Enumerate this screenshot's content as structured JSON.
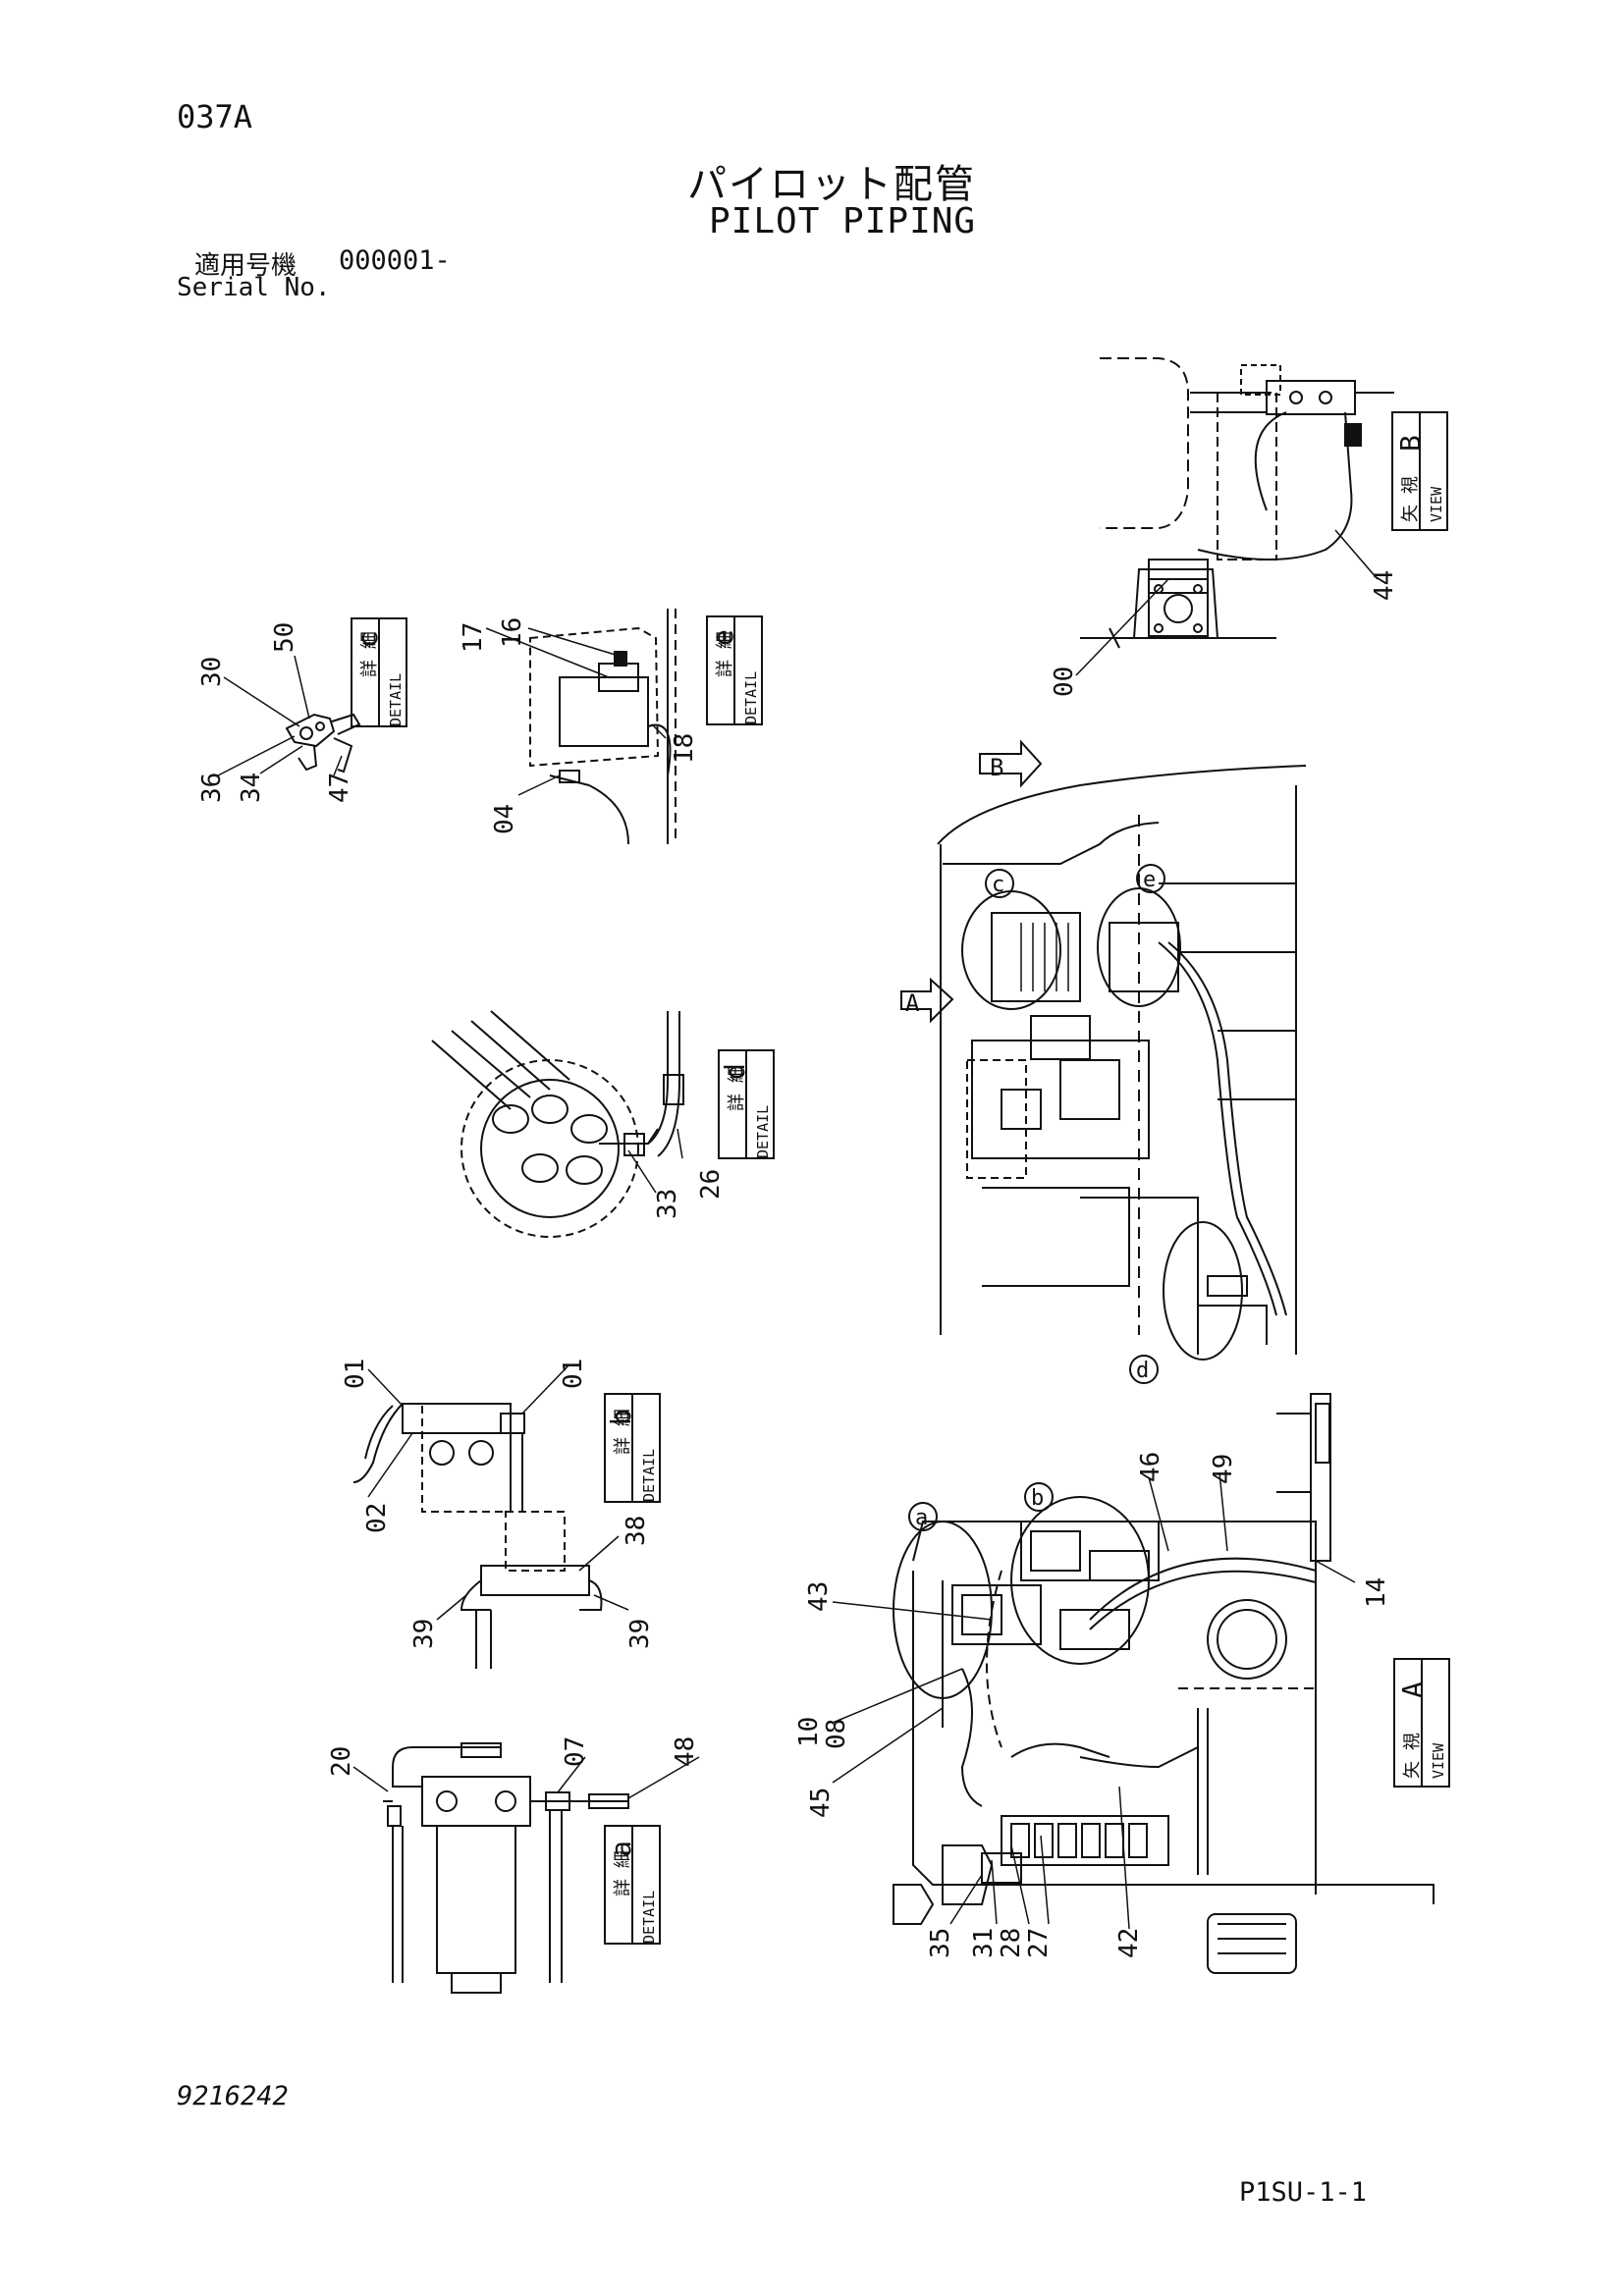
{
  "header": {
    "page_code": "037A",
    "title_jp": "パイロット配管",
    "title_en": "PILOT PIPING",
    "serial_label_jp": "適用号機",
    "serial_number": "000001-",
    "serial_label_en": "Serial No."
  },
  "footer": {
    "drawing_number": "9216242",
    "page_ref": "P1SU-1-1"
  },
  "detail_boxes": {
    "jp_prefix_detail": "詳 細",
    "jp_prefix_view": "矢 視",
    "detail_word": "DETAIL",
    "view_word": "VIEW",
    "c": "c",
    "e": "e",
    "d": "d",
    "b": "b",
    "a": "a",
    "B": "B",
    "A": "A"
  },
  "callouts": {
    "c1": "30",
    "c2": "50",
    "c3": "36",
    "c4": "34",
    "c5": "47",
    "e1": "17",
    "e2": "16",
    "e3": "18",
    "e4": "04",
    "v1": "00",
    "v2": "44",
    "d1": "33",
    "d2": "26",
    "b1": "01",
    "b2": "01",
    "b3": "02",
    "b4": "38",
    "b5": "39",
    "b6": "39",
    "a1": "20",
    "a2": "07",
    "a3": "48",
    "m1": "46",
    "m2": "49",
    "m3": "14",
    "m4": "43",
    "m5": "10",
    "m6": "08",
    "m7": "45",
    "m8": "35",
    "m9": "31",
    "m10": "28",
    "m11": "27",
    "m12": "42"
  },
  "view_markers": {
    "arrow_b": "B",
    "arrow_a": "A",
    "circle_c": "c",
    "circle_e": "e",
    "circle_d": "d",
    "circle_a": "a",
    "circle_b": "b"
  }
}
